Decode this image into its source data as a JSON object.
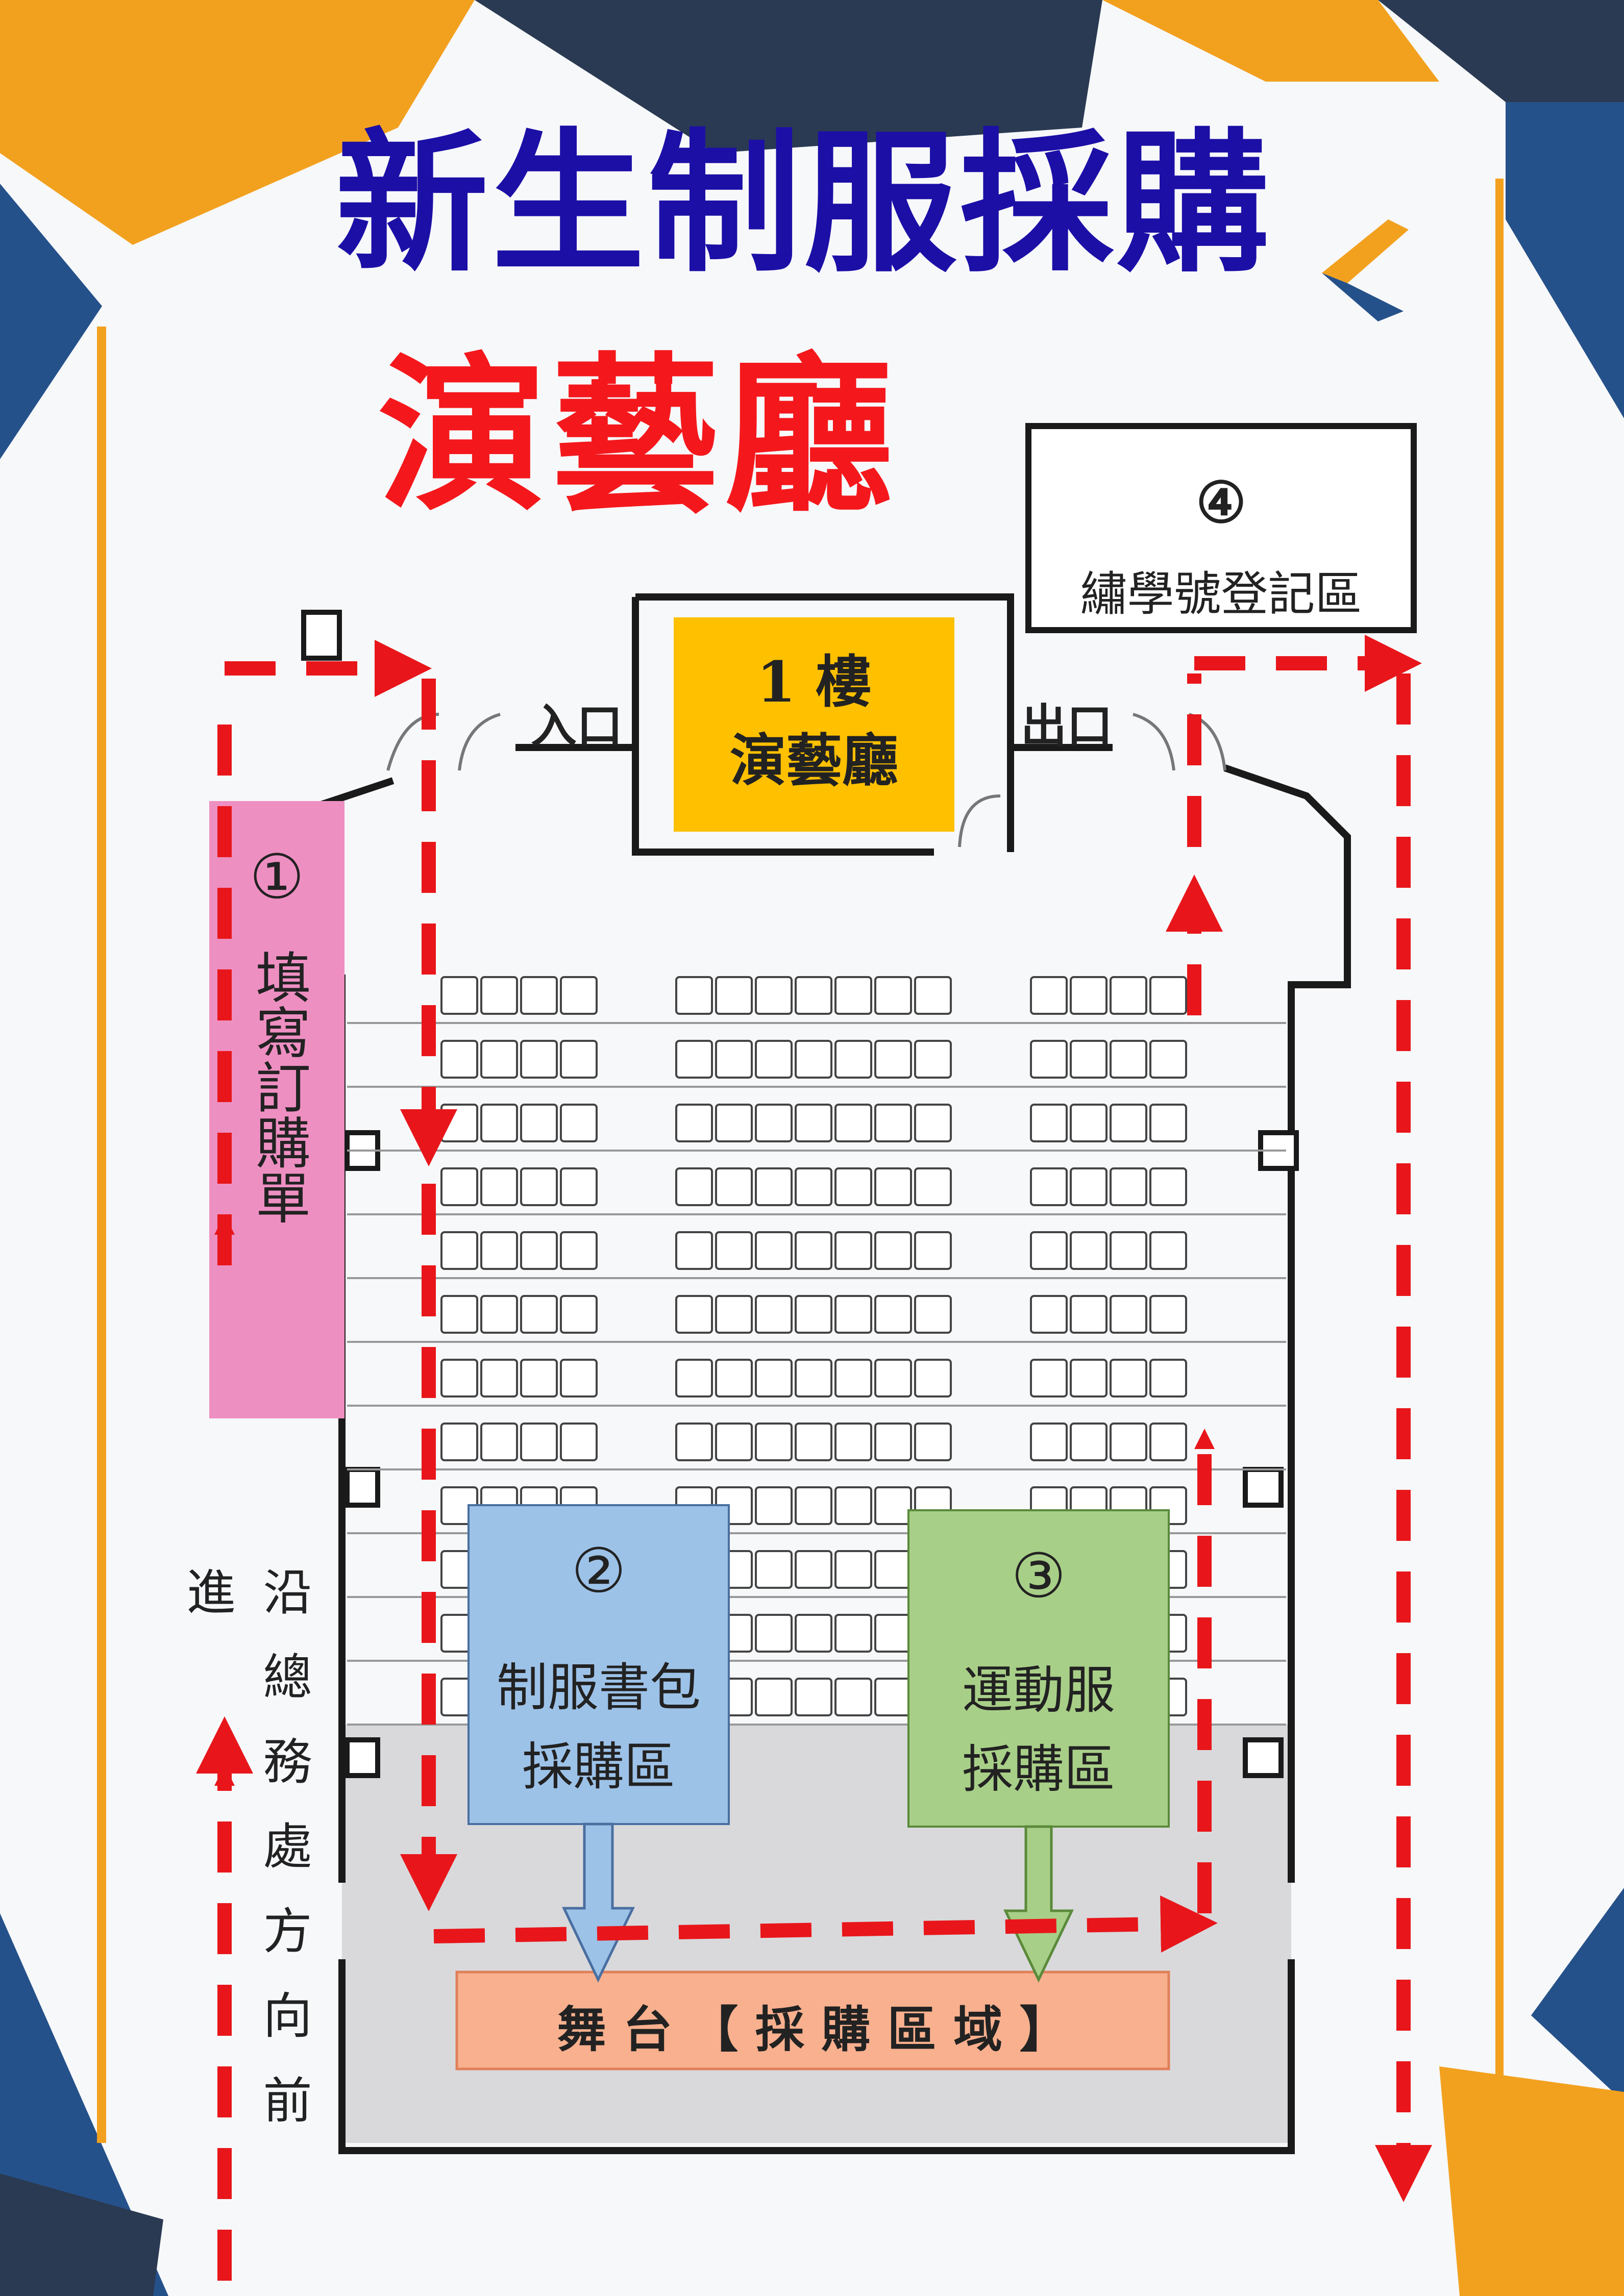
{
  "title": "新生制服採購",
  "subtitle": "演藝廳",
  "colors": {
    "title_blue": "#1c0fa6",
    "title_red": "#f4181c",
    "route_red": "#e8161a",
    "deco_orange": "#f2a11f",
    "deco_navy": "#2a3a52",
    "deco_blue": "#25518a",
    "zone1_pink": "#ee8fc2",
    "zone2_blue": "#9dc2e8",
    "zone3_green": "#a8cf88",
    "stage_salmon": "#f8b08e",
    "hall_orange": "#ffc000"
  },
  "hall": {
    "line1": "1 樓",
    "line2": "演藝廳"
  },
  "entrance_label": "入口",
  "exit_label": "出口",
  "zones": {
    "zone1": {
      "number": "①",
      "text": "填寫訂購單"
    },
    "zone2": {
      "number": "②",
      "line1": "制服書包",
      "line2": "採購區"
    },
    "zone3": {
      "number": "③",
      "line1": "運動服",
      "line2": "採購區"
    },
    "zone4": {
      "number": "④",
      "text": "繡學號登記區"
    }
  },
  "stage_label": "舞 台 【 採 購 區 域 】",
  "direction_text": "沿總務處方向前進",
  "icons": [
    "chevron-logo-icon",
    "route-arrow-icon"
  ]
}
